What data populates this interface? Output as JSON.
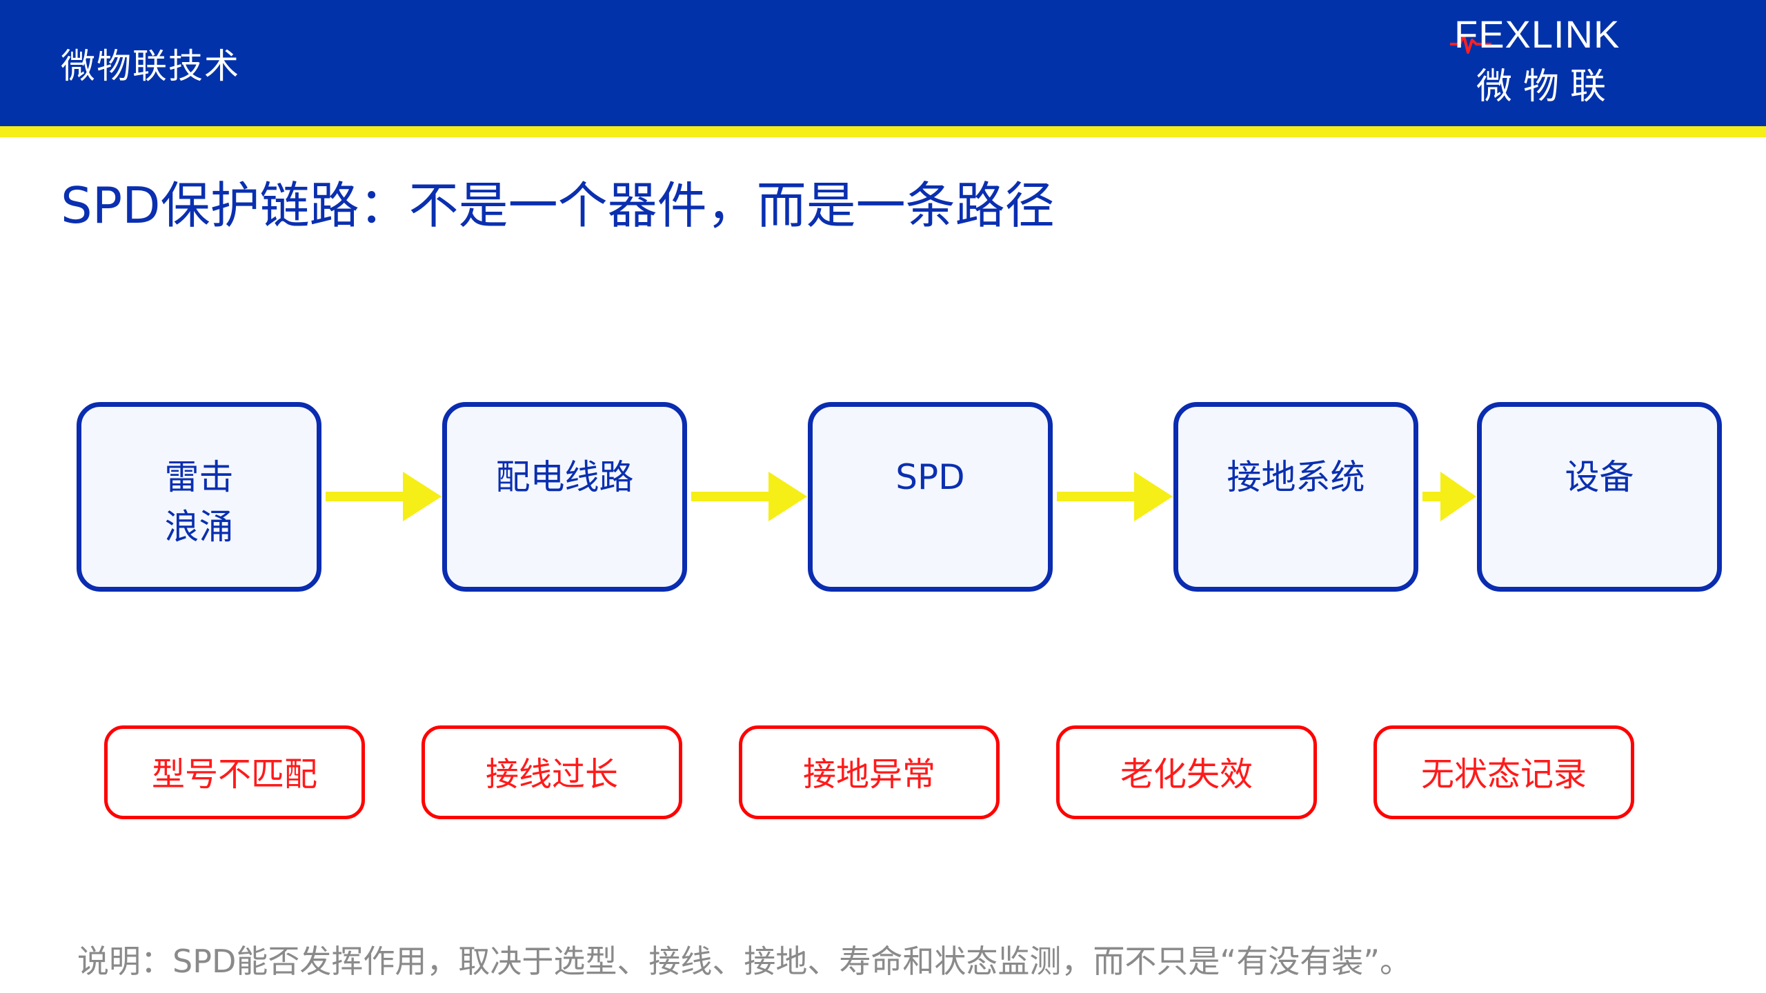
{
  "header": {
    "title": "微物联技术",
    "logo_word": "FEXLINK",
    "logo_cn": "微物联"
  },
  "slide": {
    "title": "SPD保护链路：不是一个器件，而是一条路径"
  },
  "flow": {
    "nodes": [
      {
        "label": "雷击\n浪涌"
      },
      {
        "label": "配电线路"
      },
      {
        "label": "SPD"
      },
      {
        "label": "接地系统"
      },
      {
        "label": "设备"
      }
    ]
  },
  "risks": {
    "items": [
      {
        "label": "型号不匹配"
      },
      {
        "label": "接线过长"
      },
      {
        "label": "接地异常"
      },
      {
        "label": "老化失效"
      },
      {
        "label": "无状态记录"
      }
    ]
  },
  "footer": {
    "note": "说明：SPD能否发挥作用，取决于选型、接线、接地、寿命和状态监测，而不只是“有没有装”。"
  },
  "colors": {
    "header_bg": "#0232aa",
    "stripe": "#f6ee17",
    "box_border": "#0a2cb0",
    "box_fill": "#f4f7fe",
    "arrow": "#f6ee17",
    "risk": "#ff0000",
    "note_text": "#8a8a8a"
  }
}
